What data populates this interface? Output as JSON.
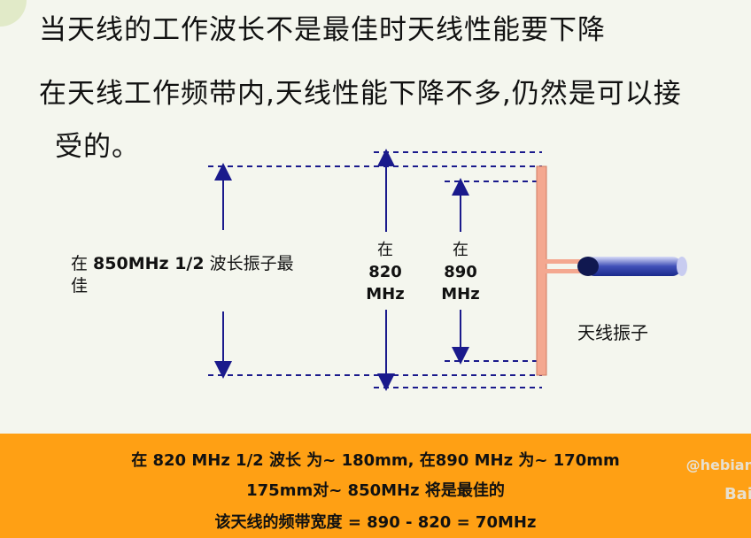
{
  "title": "当天线的工作波长不是最佳时天线性能要下降",
  "body": {
    "line1": "在天线工作频带内,天线性能下降不多,仍然是可以接",
    "line2": "受的。"
  },
  "diagram": {
    "label_850": {
      "prefix": "在 ",
      "freq": "850MHz  1/2",
      "suffix": " 波长振子最",
      "line2": "佳"
    },
    "label_820": {
      "line1": "在",
      "line2": "820",
      "line3": "MHz"
    },
    "label_890": {
      "line1": "在",
      "line2": "890",
      "line3": "MHz"
    },
    "element_label": "天线振子"
  },
  "bottom_bar": {
    "row1": "在 820 MHz 1/2 波长 为~ 180mm, 在890 MHz 为~ 170mm",
    "row2": "175mm对~ 850MHz 将是最佳的",
    "row3": "该天线的频带宽度 = 890 - 820 = 70MHz"
  },
  "watermark": {
    "line1": "@hebian",
    "line2": "Bai"
  },
  "colors": {
    "bar": "#ffa014",
    "dash": "#1a1a8c",
    "element": "#f2a48a",
    "cable": "#1a2a8c"
  }
}
